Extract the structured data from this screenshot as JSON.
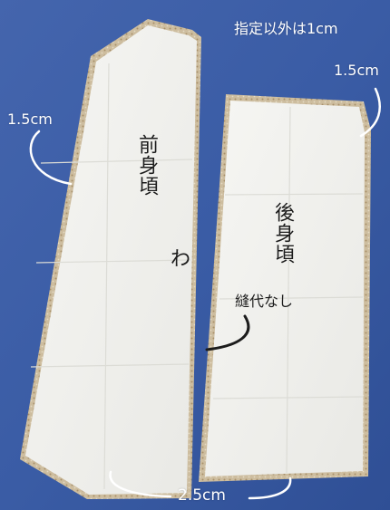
{
  "labels": {
    "instruction": "指定以外は1cm",
    "seam_right_top": "1.5cm",
    "seam_left_side": "1.5cm",
    "front_piece": "前身頃",
    "back_piece": "後身頃",
    "fold_mark": "わ",
    "no_seam_allowance": "縫代なし",
    "seam_bottom": "2.5cm"
  },
  "colors": {
    "background_blue": "#3d5fa8",
    "paper": "#f2f2ef",
    "fabric_edge": "#c9b89a",
    "callout_line": "#ffffff",
    "dark_text": "#1c1c1c"
  }
}
